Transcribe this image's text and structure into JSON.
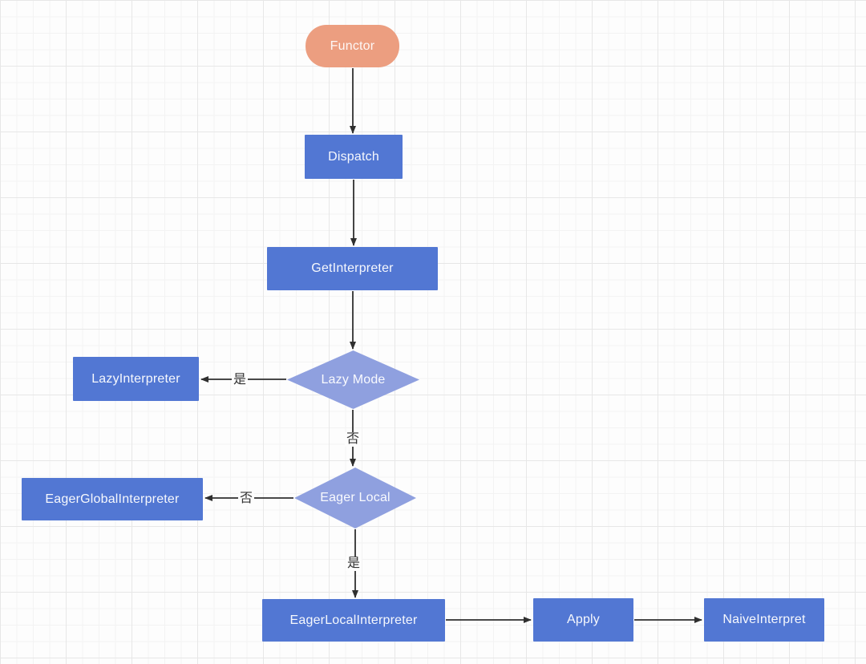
{
  "diagram": {
    "nodes": {
      "functor": {
        "label": "Functor",
        "shape": "terminal"
      },
      "dispatch": {
        "label": "Dispatch",
        "shape": "process"
      },
      "get_interpreter": {
        "label": "GetInterpreter",
        "shape": "process"
      },
      "lazy_mode": {
        "label": "Lazy Mode",
        "shape": "decision"
      },
      "lazy_interpreter": {
        "label": "LazyInterpreter",
        "shape": "process"
      },
      "eager_local": {
        "label": "Eager Local",
        "shape": "decision"
      },
      "eager_global_interpreter": {
        "label": "EagerGlobalInterpreter",
        "shape": "process"
      },
      "eager_local_interpreter": {
        "label": "EagerLocalInterpreter",
        "shape": "process"
      },
      "apply": {
        "label": "Apply",
        "shape": "process"
      },
      "naive_interpret": {
        "label": "NaiveInterpret",
        "shape": "process"
      }
    },
    "edge_labels": {
      "lazy_yes": "是",
      "lazy_no": "否",
      "eager_no": "否",
      "eager_yes": "是"
    },
    "colors": {
      "terminal_fill": "#EC9E80",
      "process_fill": "#5277D3",
      "decision_fill": "#8FA0DF",
      "edge_stroke": "#2F2F2F",
      "grid_line": "#E7E7E7",
      "label_text": "#333333"
    }
  }
}
